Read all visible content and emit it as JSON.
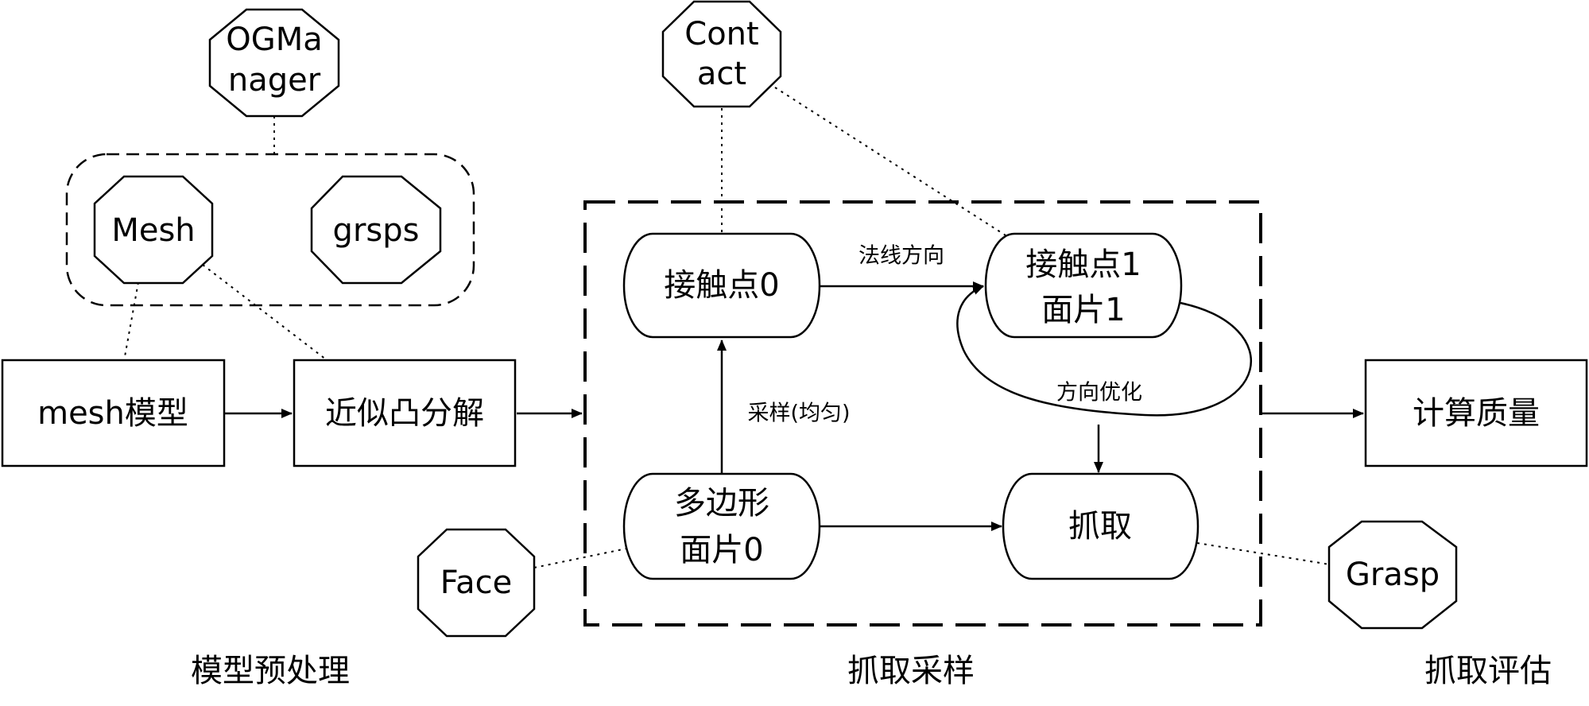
{
  "nodes": {
    "mesh_model": "mesh模型",
    "convex_decomposition": "近似凸分解",
    "contact_point_0": "接触点0",
    "contact_point_1": [
      "接触点1",
      "面片1"
    ],
    "polygon_face_0": [
      "多边形",
      "面片0"
    ],
    "grasp_node": "抓取",
    "compute_quality": "计算质量"
  },
  "classes": {
    "og_manager": [
      "OGMa",
      "nager"
    ],
    "contact": [
      "Cont",
      "act"
    ],
    "mesh": "Mesh",
    "grsps": "grsps",
    "face": "Face",
    "grasp": "Grasp"
  },
  "edge_labels": {
    "normal_direction": "法线方向",
    "sampling_uniform": "采样(均匀)",
    "direction_optimization": "方向优化"
  },
  "captions": {
    "preprocessing": "模型预处理",
    "grasp_sampling": "抓取采样",
    "grasp_evaluation": "抓取评估"
  }
}
